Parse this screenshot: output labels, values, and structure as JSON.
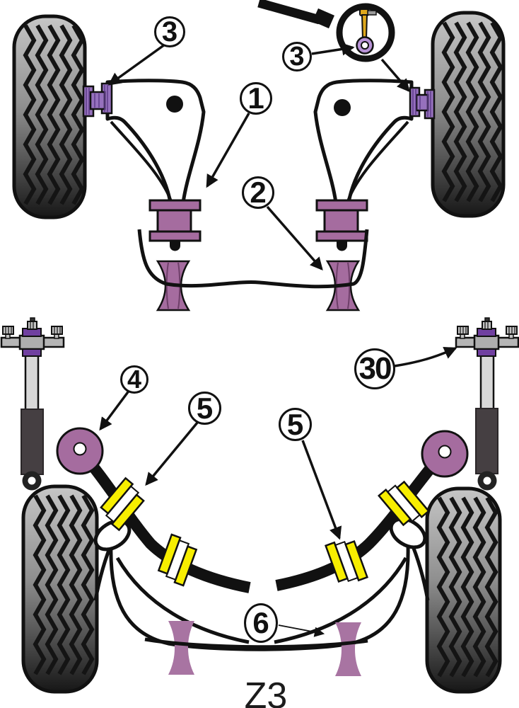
{
  "labels": {
    "model": "Z3"
  },
  "callouts": [
    {
      "id": "callout-1",
      "number": "1"
    },
    {
      "id": "callout-2",
      "number": "2"
    },
    {
      "id": "callout-3-left",
      "number": "3"
    },
    {
      "id": "callout-3-right",
      "number": "3"
    },
    {
      "id": "callout-4",
      "number": "4"
    },
    {
      "id": "callout-5-left",
      "number": "5"
    },
    {
      "id": "callout-5-right",
      "number": "5"
    },
    {
      "id": "callout-30",
      "number": "30"
    },
    {
      "id": "callout-6",
      "number": "6"
    }
  ],
  "colors": {
    "bushing_mauve": "#a56c9f",
    "bushing_violet": "#9671bd",
    "bushing_violet_hatch": "#5d3b8a",
    "donut_violet": "#b792d6",
    "mount_purple": "#7040a0",
    "clamp_yellow": "#f7ee00",
    "tie_rod_gold": "#dfa81c",
    "tire_light": "#c4c4c4",
    "tire_dark": "#171717",
    "strut_body_gray": "#453f42",
    "strut_shaft_gray": "#d8d8d8",
    "plate_gray": "#b5b5b5",
    "line_black": "#111111"
  }
}
